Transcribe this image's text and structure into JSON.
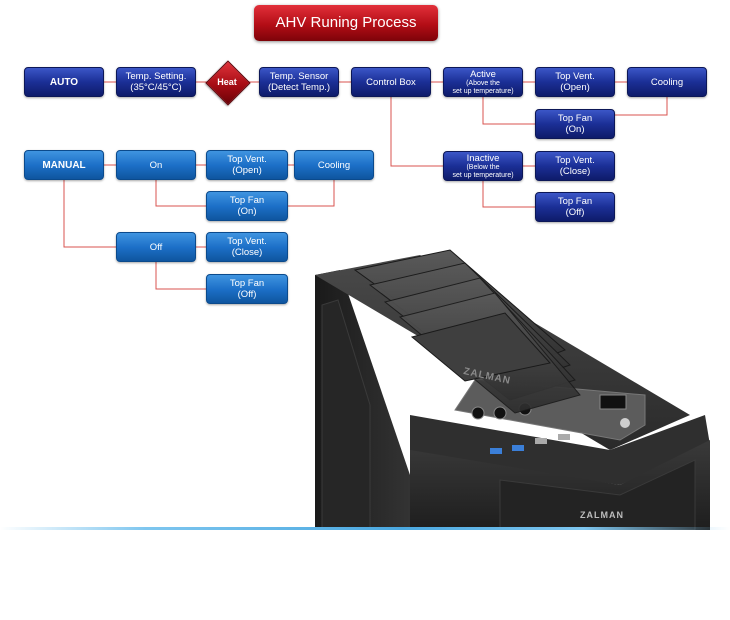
{
  "title": "AHV Runing Process",
  "auto": {
    "label": "AUTO",
    "temp_setting": [
      "Temp. Setting.",
      "(35°C/45°C)"
    ],
    "heat": "Heat",
    "temp_sensor": [
      "Temp. Sensor",
      "(Detect Temp.)"
    ],
    "control_box": "Control Box",
    "active": [
      "Active",
      "(Above the",
      "set up temperature)"
    ],
    "active_vent": [
      "Top Vent.",
      "(Open)"
    ],
    "active_cooling": "Cooling",
    "active_fan": [
      "Top Fan",
      "(On)"
    ],
    "inactive": [
      "Inactive",
      "(Below the",
      "set up temperature)"
    ],
    "inactive_vent": [
      "Top Vent.",
      "(Close)"
    ],
    "inactive_fan": [
      "Top Fan",
      "(Off)"
    ]
  },
  "manual": {
    "label": "MANUAL",
    "on": "On",
    "on_vent": [
      "Top Vent.",
      "(Open)"
    ],
    "on_cooling": "Cooling",
    "on_fan": [
      "Top Fan",
      "(On)"
    ],
    "off": "Off",
    "off_vent": [
      "Top Vent.",
      "(Close)"
    ],
    "off_fan": [
      "Top Fan",
      "(Off)"
    ]
  },
  "product": {
    "logo_top": "ZALMAN",
    "logo_front": "ZALMAN"
  },
  "colors": {
    "dark_box": "#1b2f96",
    "light_box": "#1d70c8",
    "accent_red": "#b30d16",
    "connector": "#d9534f",
    "floor_line": "#4aa8e0"
  }
}
